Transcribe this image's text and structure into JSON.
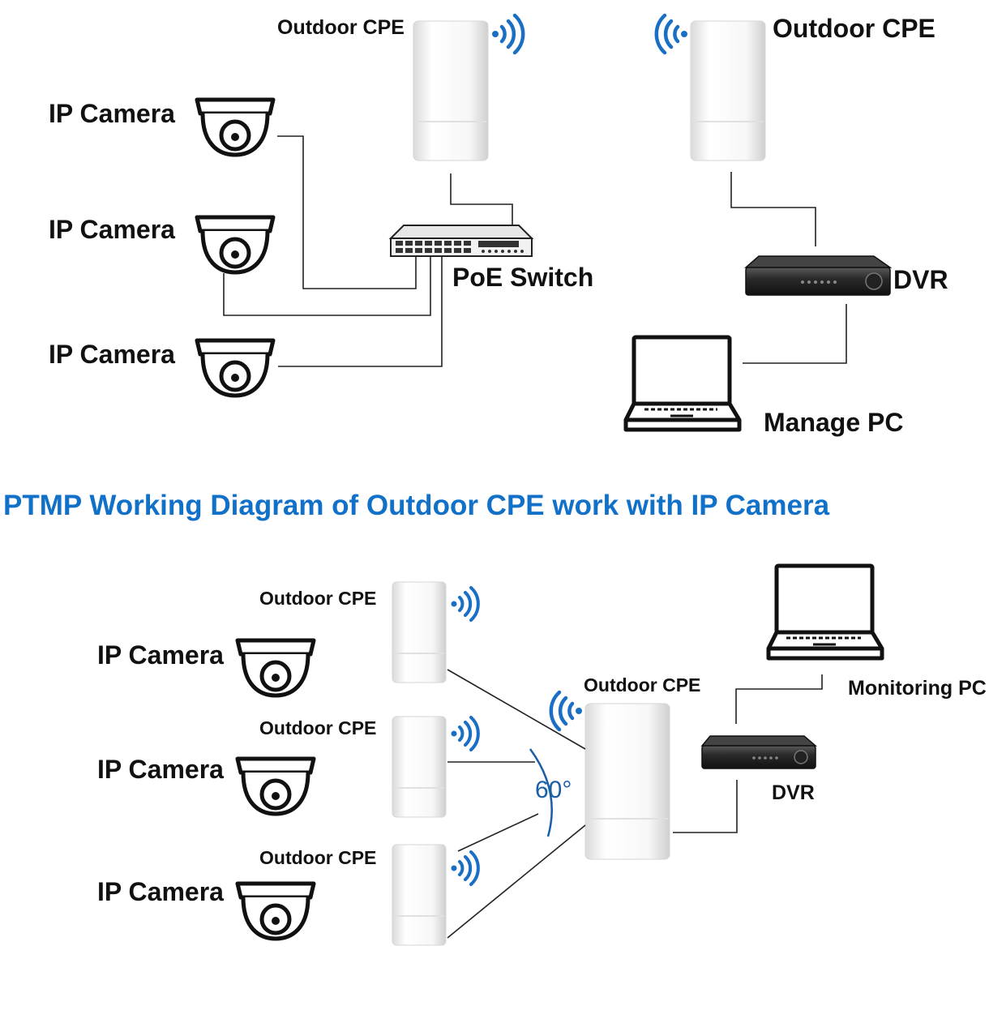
{
  "top": {
    "cpe_left": "Outdoor CPE",
    "cpe_right": "Outdoor CPE",
    "camera_1": "IP Camera",
    "camera_2": "IP Camera",
    "camera_3": "IP Camera",
    "switch": "PoE Switch",
    "dvr": "DVR",
    "pc": "Manage PC"
  },
  "title": "PTMP Working Diagram of Outdoor CPE work with IP Camera",
  "bottom": {
    "cpe_1": "Outdoor CPE",
    "cpe_2": "Outdoor CPE",
    "cpe_3": "Outdoor CPE",
    "cpe_center": "Outdoor CPE",
    "camera_1": "IP Camera",
    "camera_2": "IP Camera",
    "camera_3": "IP Camera",
    "angle": "60°",
    "dvr": "DVR",
    "pc": "Monitoring PC"
  },
  "colors": {
    "title": "#1170c8",
    "wifi": "#1a6fc4",
    "line": "#111111"
  }
}
